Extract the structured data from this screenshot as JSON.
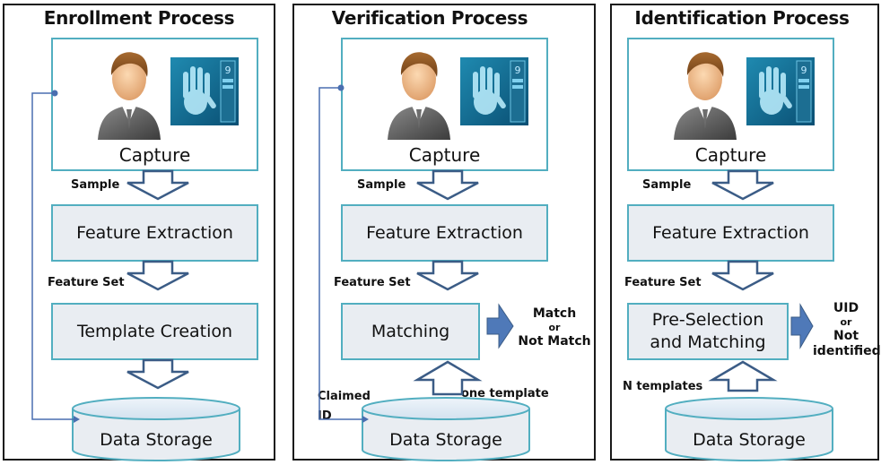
{
  "panels": [
    {
      "title": "Enrollment Process",
      "capture": "Capture",
      "sample": "Sample",
      "feature_extraction": "Feature Extraction",
      "feature_set": "Feature Set",
      "second_step": "Template Creation",
      "storage": "Data Storage"
    },
    {
      "title": "Verification Process",
      "capture": "Capture",
      "sample": "Sample",
      "feature_extraction": "Feature Extraction",
      "feature_set": "Feature Set",
      "second_step": "Matching",
      "storage": "Data Storage",
      "result_line1": "Match",
      "result_or": "or",
      "result_line2": "Not Match",
      "template_label": "one template",
      "claimed_id": "Claimed ID"
    },
    {
      "title": "Identification Process",
      "capture": "Capture",
      "sample": "Sample",
      "feature_extraction": "Feature Extraction",
      "feature_set": "Feature Set",
      "second_step_line1": "Pre-Selection",
      "second_step_line2": "and Matching",
      "storage": "Data Storage",
      "result_line1": "UID",
      "result_or": "or",
      "result_line2": "Not identified",
      "template_label": "N templates"
    }
  ],
  "colors": {
    "box_border": "#52aec0",
    "box_fill": "#e9edf2",
    "arrow_stroke": "#3b5c86",
    "arrow_solid": "#4f79b8",
    "connector": "#4a6fb0"
  },
  "icons": [
    "person-icon",
    "hand-scanner-icon",
    "database-icon"
  ]
}
